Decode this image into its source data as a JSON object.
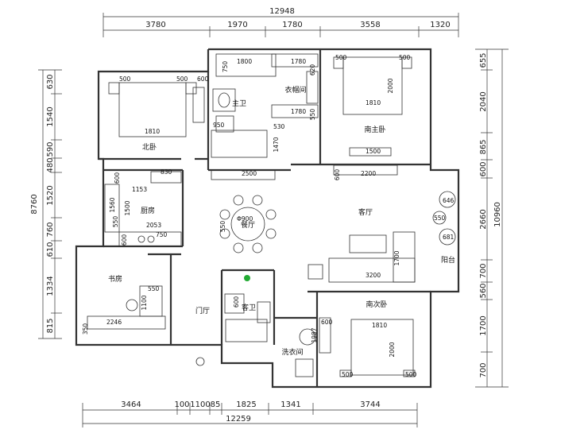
{
  "dimensions": {
    "top_total": "12948",
    "top_segments": [
      "3780",
      "1970",
      "1780",
      "3558",
      "1320"
    ],
    "bottom_total": "12259",
    "bottom_segments": [
      "3464",
      "100",
      "1100",
      "85",
      "1825",
      "1341",
      "3744"
    ],
    "left_total": "8760",
    "left_segments": [
      "630",
      "1540",
      "590",
      "480",
      "1520",
      "760",
      "610",
      "1334",
      "815"
    ],
    "right_total": "10960",
    "right_segments": [
      "655",
      "2040",
      "865",
      "600",
      "2660",
      "700",
      "560",
      "1700",
      "700"
    ]
  },
  "rooms": {
    "north_bedroom": "北卧",
    "master_bath": "主卫",
    "walk_in_closet": "衣帽间",
    "master_bedroom": "南主卧",
    "kitchen": "厨房",
    "dining": "餐厅",
    "living": "客厅",
    "balcony": "阳台",
    "study": "书房",
    "foyer": "门厅",
    "guest_bath": "客卫",
    "second_bedroom": "南次卧",
    "laundry": "洗衣间"
  },
  "labels": {
    "nb_bed_w": "1810",
    "nb_side_l": "500",
    "nb_side_r": "500",
    "nb_600": "600",
    "mb_1800": "1800",
    "mb_750": "750",
    "mb_950": "950",
    "mb_530": "530",
    "mb_1470": "1470",
    "cl_1780a": "1780",
    "cl_1780b": "1780",
    "cl_550": "550",
    "cl_620": "620",
    "ms_500a": "500",
    "ms_500b": "500",
    "ms_bed_w": "1810",
    "ms_bed_l": "2000",
    "ms_1500": "1500",
    "hall_2500": "2500",
    "hall_600": "600",
    "hall_2200": "2200",
    "k_830": "830",
    "k_600a": "600",
    "k_1153": "1153",
    "k_1560": "1560",
    "k_1500": "1500",
    "k_2053": "2053",
    "k_750": "750",
    "k_600b": "600",
    "k_550": "550",
    "din_table": "Φ900",
    "din_chair": "550",
    "bal_a": "646",
    "bal_b": "550",
    "bal_c": "681",
    "liv_1700": "1700",
    "liv_3200": "3200",
    "st_550": "550",
    "st_1100": "1100",
    "st_2246": "2246",
    "st_350": "350",
    "gb_600": "600",
    "ld_600": "600",
    "ld_1987": "1987",
    "sb_bed_w": "1810",
    "sb_bed_l": "2000",
    "sb_500a": "500",
    "sb_500b": "500"
  },
  "colors": {
    "line": "#333333",
    "text": "#111111",
    "plant": "#22aa33"
  }
}
